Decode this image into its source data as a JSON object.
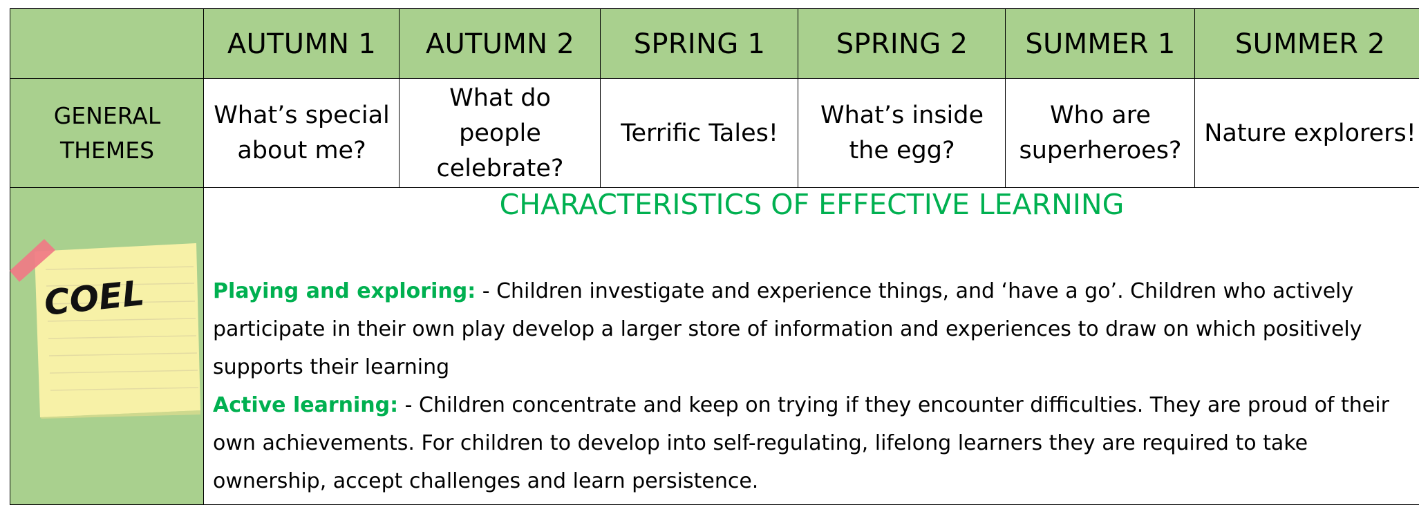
{
  "columns": [
    "AUTUMN 1",
    "AUTUMN 2",
    "SPRING 1",
    "SPRING 2",
    "SUMMER 1",
    "SUMMER 2"
  ],
  "themes_row": {
    "label": "GENERAL THEMES",
    "values": [
      "What’s special about me?",
      "What do people celebrate?",
      "Terrific Tales!",
      "What’s inside the egg?",
      "Who are superheroes?",
      "Nature explorers!"
    ]
  },
  "coel": {
    "sticky_note_text": "COEL",
    "title": "CHARACTERISTICS OF EFFECTIVE LEARNING",
    "paragraphs": [
      {
        "heading": "Playing and exploring:",
        "text": " - Children investigate and experience things, and ‘have a go’. Children who actively participate in their own play develop a larger store of information and experiences to draw on which positively supports their learning"
      },
      {
        "heading": "Active learning:",
        "text": " - Children concentrate and keep on trying if they encounter difficulties. They are proud of their own achievements. For children to develop into self-regulating, lifelong learners they are required to take ownership, accept challenges and learn persistence."
      }
    ]
  },
  "colors": {
    "header_green": "#a9d08e",
    "title_green": "#00b050",
    "note_yellow": "#f7f1a7",
    "tape_pink": "#f07a86"
  }
}
